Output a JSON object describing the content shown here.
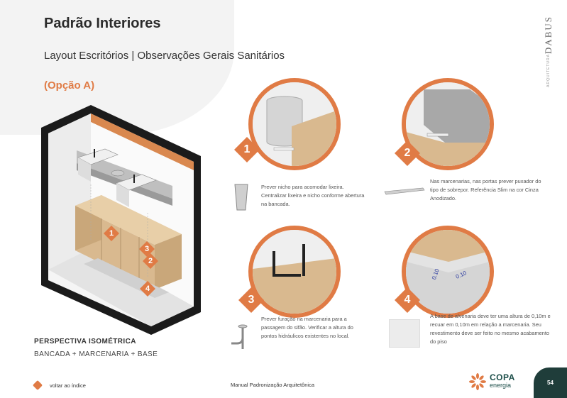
{
  "header": {
    "title": "Padrão Interiores",
    "subtitle": "Layout Escritórios | Observações Gerais Sanitários",
    "option": "(Opção A)"
  },
  "side_brand": {
    "name": "DABUS",
    "sub": "ARQUITETURA"
  },
  "iso": {
    "labels": [
      "1",
      "3",
      "2",
      "4"
    ],
    "caption_title": "PERSPECTIVA ISOMÉTRICA",
    "caption_sub": "BANCADA + MARCENARIA + BASE"
  },
  "details": [
    {
      "number": "1",
      "note": "Prever nicho para acomodar lixeira. Centralizar lixeira e nicho conforme abertura na bancada."
    },
    {
      "number": "2",
      "note": "Nas marcenarias, nas portas prever puxador do tipo de sobrepor. Referência Slim na cor Cinza Anodizado."
    },
    {
      "number": "3",
      "note": "Prever furação na marcenaria para a passagem do sifão. Verificar a altura do pontos hidráulicos existentes no local."
    },
    {
      "number": "4",
      "note": "A base de alvenaria deve ter uma altura de 0,10m e recuar em 0,10m em relação a marcenaria. Seu revestimento deve ser feito no mesmo acabamento do piso",
      "dims": [
        "0.10",
        "0.10"
      ]
    }
  ],
  "footer": {
    "back": "voltar ao índice",
    "center": "Manual Padronização Arquitetônica",
    "brand_top": "COPA",
    "brand_bottom": "energia",
    "page": "54"
  },
  "colors": {
    "accent": "#e07b45",
    "dark_teal": "#1f3d3a",
    "wood": "#d9b98f"
  },
  "icons": [
    "arrow-diamond-icon",
    "copa-flower-logo-icon",
    "qr-code-icon"
  ]
}
